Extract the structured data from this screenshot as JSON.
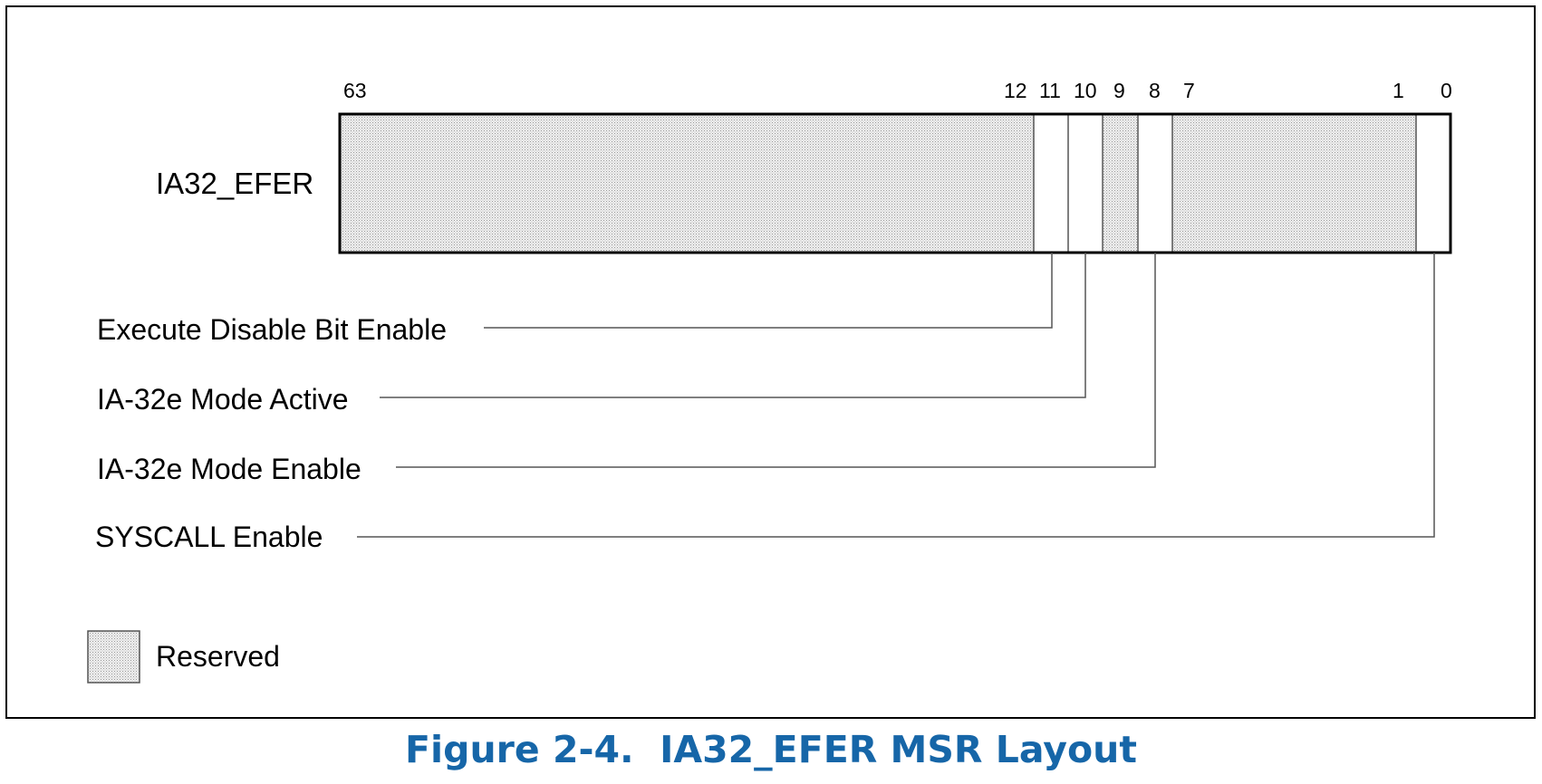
{
  "register": {
    "name": "IA32_EFER"
  },
  "bit_labels": [
    "63",
    "12",
    "11",
    "10",
    "9",
    "8",
    "7",
    "1",
    "0"
  ],
  "fields": [
    {
      "bit": "11",
      "label": "Execute Disable Bit Enable"
    },
    {
      "bit": "10",
      "label": "IA-32e Mode Active"
    },
    {
      "bit": "8",
      "label": "IA-32e Mode Enable"
    },
    {
      "bit": "0",
      "label": "SYSCALL Enable"
    }
  ],
  "legend": {
    "label": "Reserved"
  },
  "caption": "Figure 2-4.  IA32_EFER MSR Layout",
  "colors": {
    "caption": "#1666a8",
    "reserved_fill": "#e6e6e6"
  }
}
